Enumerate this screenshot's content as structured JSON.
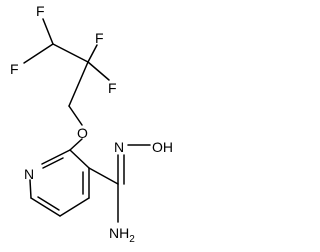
{
  "molecule": {
    "atoms": {
      "f_top": "F",
      "f_left": "F",
      "f_right_upper": "F",
      "f_right_lower": "F",
      "ether_o": "O",
      "ring_n": "N",
      "oxime_group": "N",
      "hydroxyl_group": "OH",
      "amine_group": "NH2"
    },
    "colors": {
      "bond": "#000000",
      "label": "#000000",
      "background": "#ffffff"
    }
  }
}
